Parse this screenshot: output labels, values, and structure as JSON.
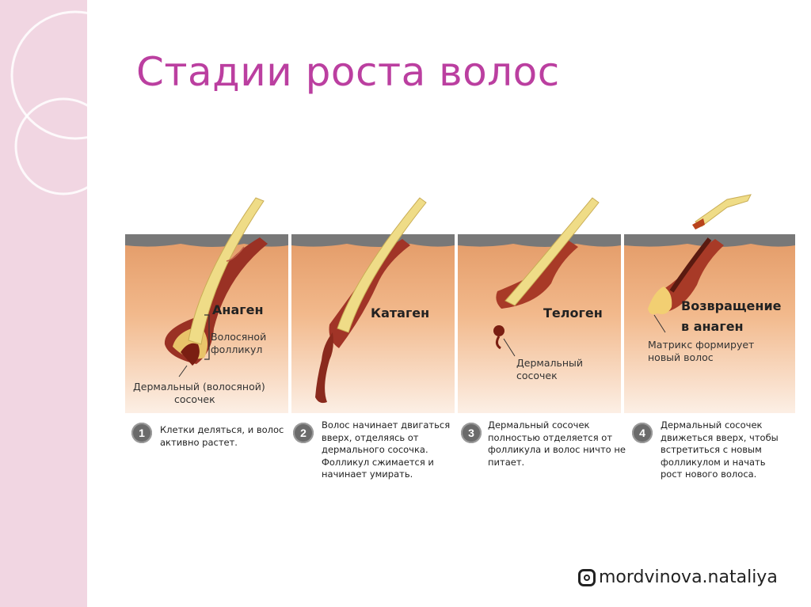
{
  "slide": {
    "title": "Стадии роста волос",
    "watermark": "mordvinova.nataliya",
    "watermark_icon": "instagram-icon"
  },
  "stages": [
    {
      "number": "1",
      "name": "Анаген",
      "caption": [
        "Клетки деляться, и волос",
        "активно растет."
      ]
    },
    {
      "number": "2",
      "name": "Катаген",
      "caption": [
        "Волос начинает двигаться",
        "вверх, отделяясь от",
        "дермального сосочка.",
        "Фолликул сжимается и",
        "начинает умирать."
      ]
    },
    {
      "number": "3",
      "name": "Телоген",
      "caption": [
        "Дермальный сосочек",
        "полностью отделяется от",
        "фолликула и волос ничто не",
        "питает."
      ]
    },
    {
      "number": "4",
      "name_lines": [
        "Возвращение",
        "в анаген"
      ],
      "caption": [
        "Дермальный сосочек",
        "движеться вверх, чтобы",
        "встретиться с новым",
        "фолликулом  и начать",
        "рост нового   волоса."
      ]
    }
  ],
  "annotations": {
    "follicle": [
      "Волосяной",
      "фолликул"
    ],
    "papilla_1": [
      "Дермальный (волосяной)",
      "сосочек"
    ],
    "papilla_3": [
      "Дермальный",
      "сосочек"
    ],
    "matrix": [
      "Матрикс формирует",
      "новый волос"
    ]
  },
  "colors": {
    "title": "#bb3fa0",
    "skin_top": "#777777",
    "skin_orange": "#e9a26e",
    "skin_fade": "#fbe9dc",
    "hair": "#e8d57a",
    "follicle": "#8e2b1e",
    "side_strip": "#f1d6e2"
  }
}
